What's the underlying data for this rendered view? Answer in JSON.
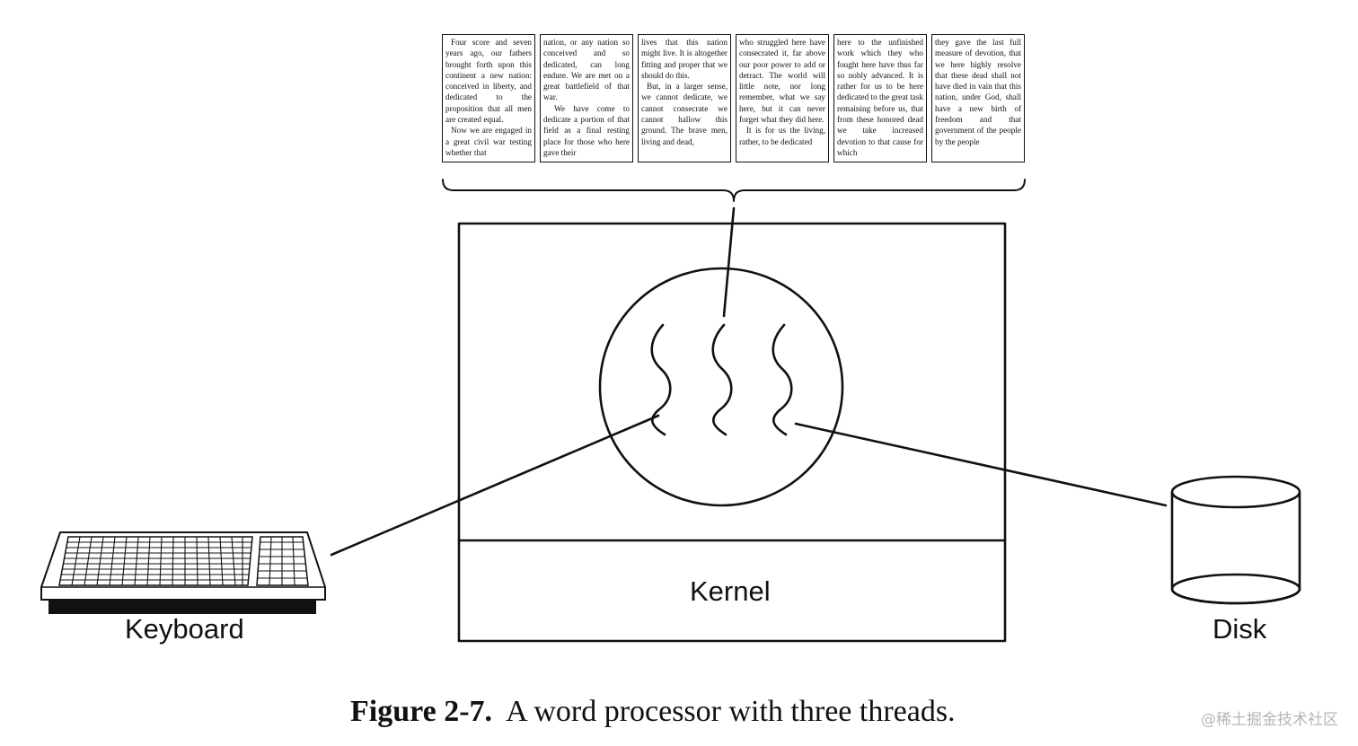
{
  "document_pages": [
    {
      "paragraphs": [
        "Four score and seven years ago, our fathers brought forth upon this continent a new nation: conceived in liberty, and dedicated to the proposition that all men are created equal.",
        "Now we are engaged in a great civil war testing whether that"
      ]
    },
    {
      "paragraphs": [
        "nation, or any nation so conceived and so dedicated, can long endure. We are met on a great battlefield of that war.",
        "We have come to dedicate a portion of that field as a final resting place for those who here gave their"
      ]
    },
    {
      "paragraphs": [
        "lives that this nation might live. It is altogether fitting and proper that we should do this.",
        "But, in a larger sense, we cannot dedicate, we cannot consecrate we cannot hallow this ground. The brave men, living and dead,"
      ]
    },
    {
      "paragraphs": [
        "who struggled here have consecrated it, far above our poor power to add or detract. The world will little note, nor long remember, what we say here, but it can never forget what they did here.",
        "It is for us the living, rather, to be dedicated"
      ]
    },
    {
      "paragraphs": [
        "here to the unfinished work which they who fought here have thus far so nobly advanced. It is rather for us to be here dedicated to the great task remaining before us, that from these honored dead we take increased devotion to that cause for which"
      ]
    },
    {
      "paragraphs": [
        "they gave the last full measure of devotion, that we here highly resolve that these dead shall not have died in vain that this nation, under God, shall have a new birth of freedom and that government of the people by the people"
      ]
    }
  ],
  "labels": {
    "kernel": "Kernel",
    "keyboard": "Keyboard",
    "disk": "Disk"
  },
  "caption": {
    "number": "Figure 2-7.",
    "text": "A word processor with three threads."
  },
  "watermark": "@稀土掘金技术社区"
}
